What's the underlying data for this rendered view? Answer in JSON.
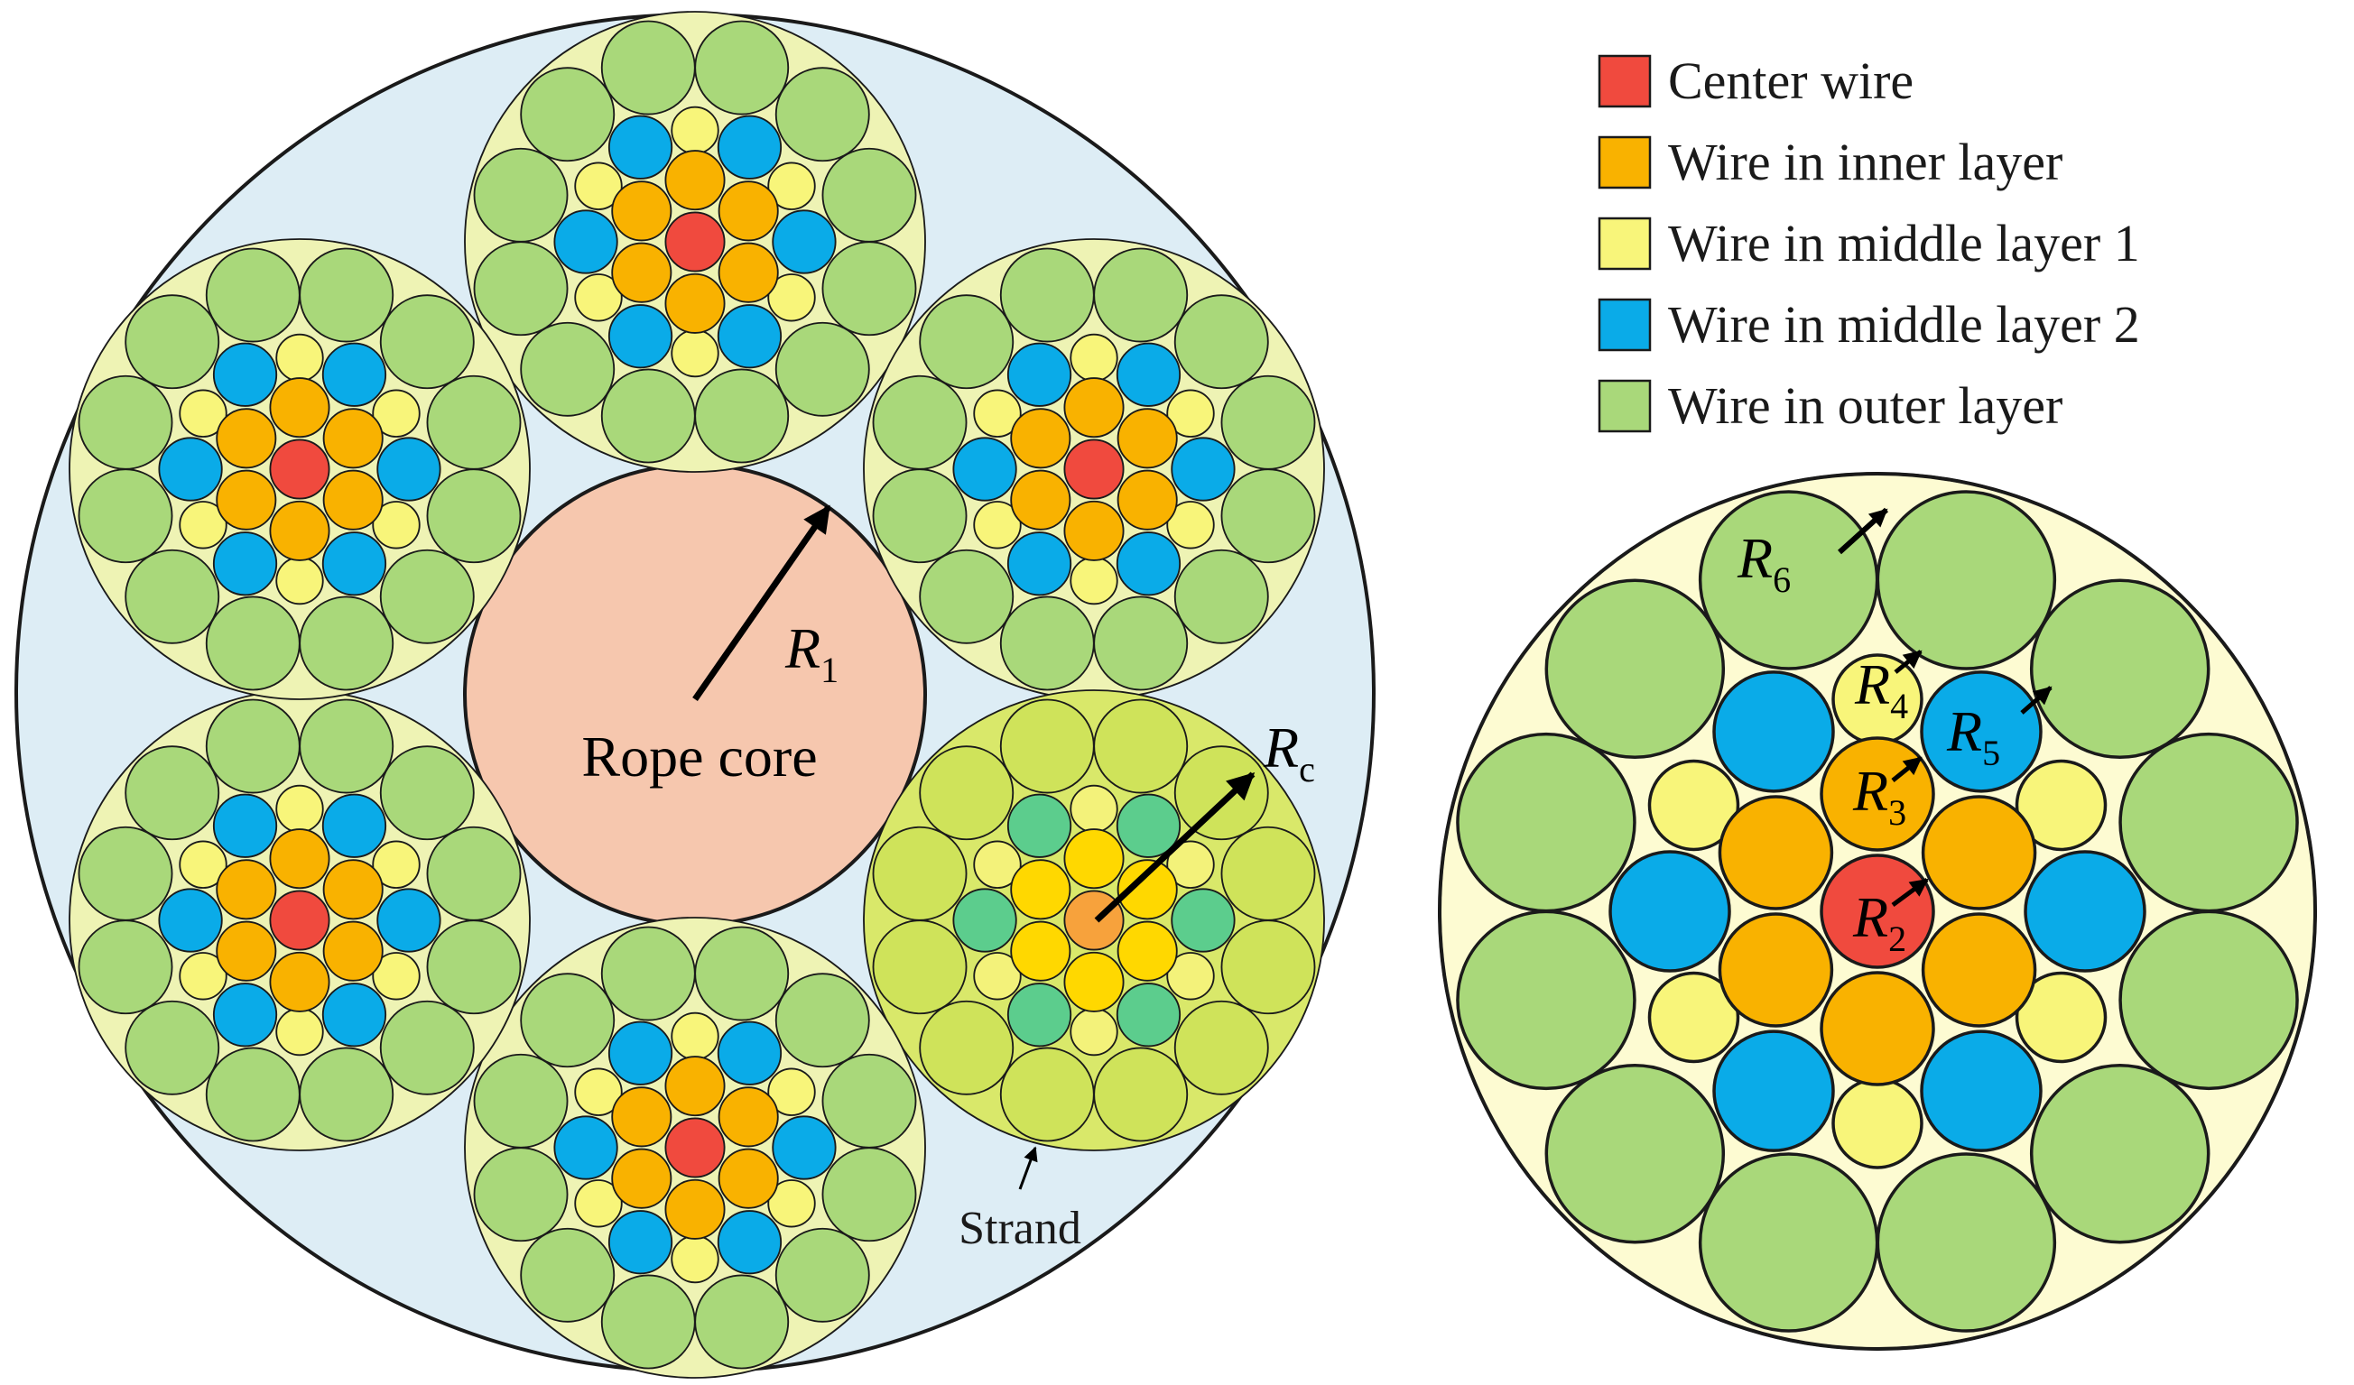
{
  "legend": {
    "items": [
      {
        "label": "Center wire",
        "color": "#f04a3e"
      },
      {
        "label": "Wire in inner layer",
        "color": "#f9b200"
      },
      {
        "label": "Wire in middle layer 1",
        "color": "#f8f57a"
      },
      {
        "label": "Wire in middle layer 2",
        "color": "#0aabe8"
      },
      {
        "label": "Wire in outer layer",
        "color": "#a9d87a"
      }
    ]
  },
  "rope": {
    "fill": "#ddedf5",
    "core_label": "Rope core",
    "core_fill": "#f6c7ae",
    "radius_labels": {
      "r1": {
        "base": "R",
        "sub": "1"
      },
      "rc": {
        "base": "R",
        "sub": "c"
      }
    },
    "strand_label": "Strand",
    "strand_fill": "#eef3b4"
  },
  "detail": {
    "fill": "#fdfbd2",
    "radius_labels": [
      {
        "base": "R",
        "sub": "2"
      },
      {
        "base": "R",
        "sub": "3"
      },
      {
        "base": "R",
        "sub": "4"
      },
      {
        "base": "R",
        "sub": "5"
      },
      {
        "base": "R",
        "sub": "6"
      }
    ]
  }
}
